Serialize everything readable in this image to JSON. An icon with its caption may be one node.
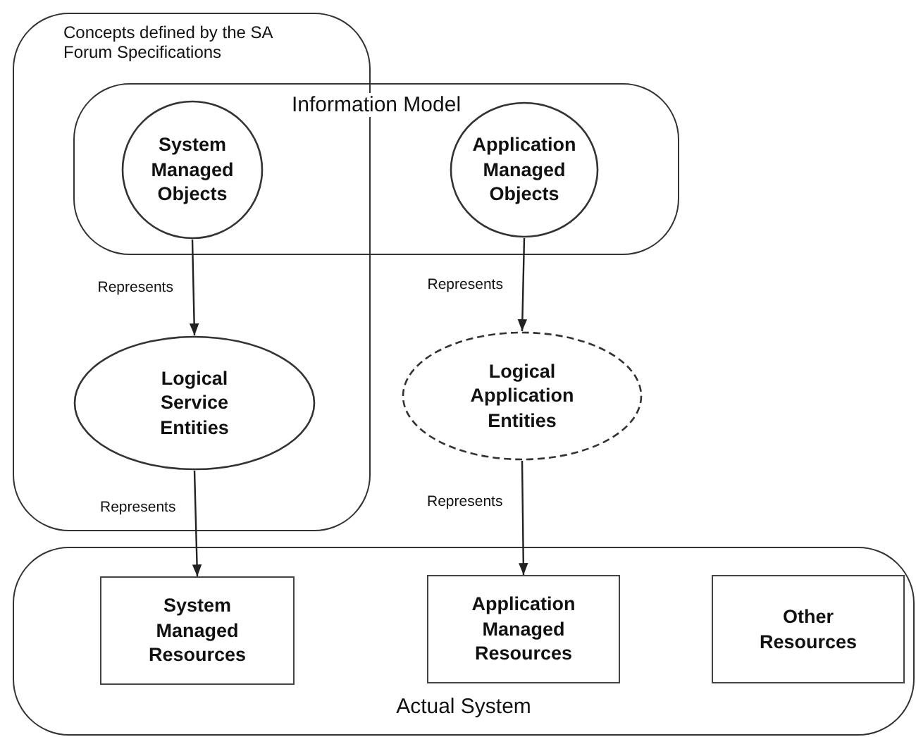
{
  "diagram": {
    "nodes": [
      {
        "text": [
          "Concepts defined by the SA Forum Specifications"
        ]
      },
      {
        "text": [
          "Information Model"
        ]
      },
      {
        "text": [
          "System Managed Objects"
        ]
      },
      {
        "text": [
          "Application Managed Objects"
        ],
        "in": 1
      },
      {
        "text": [
          "Logical Service Entities"
        ],
        "in": 0
      },
      {
        "text": [
          "Logical Application Entities"
        ]
      },
      {
        "text": [
          "Actual System"
        ]
      },
      {
        "text": [
          "System Managed Resources"
        ],
        "in": 6
      },
      {
        "text": [
          "Application Managed Resources"
        ],
        "in": 6
      },
      {
        "text": [
          "Other Resources"
        ],
        "in": 6
      }
    ],
    "edges": [
      {
        "from": 2,
        "to": 4,
        "arrow": "to",
        "label": "Represents"
      },
      {
        "from": 3,
        "to": 5,
        "arrow": "to",
        "label": "Represents"
      },
      {
        "from": 4,
        "to": 7,
        "arrow": "to",
        "label": "Represents"
      },
      {
        "from": 5,
        "to": 8,
        "arrow": "to",
        "label": "Represents"
      }
    ]
  }
}
